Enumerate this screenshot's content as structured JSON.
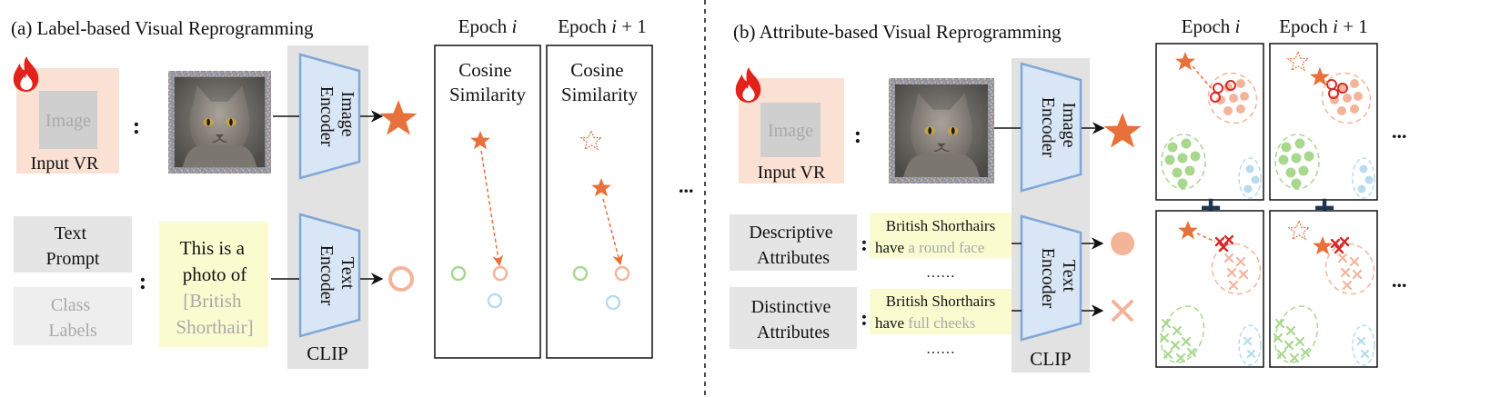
{
  "panel_a": {
    "title": "(a) Label-based Visual Reprogramming",
    "image_placeholder": "Image",
    "input_vr": "Input VR",
    "colon": ":",
    "image_encoder": [
      "Image",
      "Encoder"
    ],
    "text_encoder": [
      "Text",
      "Encoder"
    ],
    "clip": "CLIP",
    "text_prompt": [
      "Text",
      "Prompt"
    ],
    "class_labels": [
      "Class",
      "Labels"
    ],
    "prompt_text": [
      "This is a",
      "photo of"
    ],
    "prompt_class": [
      "[British",
      "Shorthair]"
    ],
    "epoch_i": "Epoch",
    "epoch_i1": "Epoch",
    "var_i": "i",
    "plus_one": "+ 1",
    "cosine": [
      "Cosine",
      "Similarity"
    ],
    "ellipsis": "..."
  },
  "panel_b": {
    "title": "(b) Attribute-based Visual Reprogramming",
    "image_placeholder": "Image",
    "input_vr": "Input VR",
    "colon": ":",
    "image_encoder": [
      "Image",
      "Encoder"
    ],
    "text_encoder": [
      "Text",
      "Encoder"
    ],
    "clip": "CLIP",
    "descriptive": [
      "Descriptive",
      "Attributes"
    ],
    "distinctive": [
      "Distinctive",
      "Attributes"
    ],
    "desc_line1": "British Shorthairs",
    "desc_have": "have",
    "desc_attr": "a round face",
    "dist_line1": "British Shorthairs",
    "dist_have": "have",
    "dist_attr": "full cheeks",
    "dots": "……",
    "epoch_i": "Epoch",
    "epoch_i1": "Epoch",
    "var_i": "i",
    "plus_one": "+ 1",
    "plus_sign": "+",
    "ellipsis": "..."
  },
  "colors": {
    "orange": "#e8703a",
    "salmon": "#f4b49a",
    "peach_bg": "#fbe0d4",
    "green": "#a8d88e",
    "light_blue": "#b7dcef",
    "encoder_fill": "#d9e6f5",
    "encoder_stroke": "#7fa7d8",
    "clip_bg": "#e2e2e2",
    "gray_box": "#e5e5e5",
    "yellow_box": "#fafcd0",
    "red": "#d62a2a",
    "navy": "#1f3651"
  },
  "icons": [
    "fire-icon",
    "cat-photo",
    "star-icon",
    "circle-icon",
    "cross-icon"
  ]
}
